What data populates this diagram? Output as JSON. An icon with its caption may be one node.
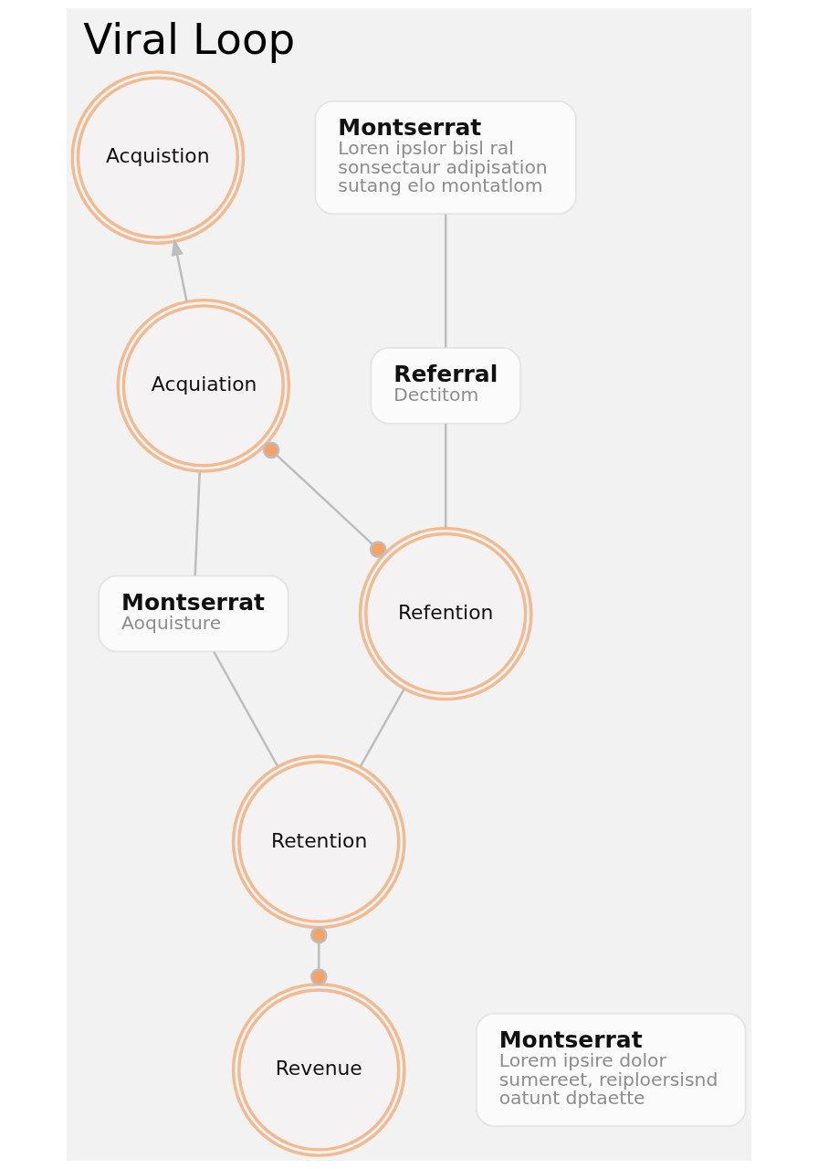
{
  "diagram": {
    "title": "Viral Loop",
    "nodes": [
      {
        "text": [
          "Acquistion"
        ]
      },
      {
        "text": [
          "Montserrat",
          "Loren ipslor bisl ral sonsectaur adipisation sutang elo montatlom"
        ]
      },
      {
        "text": [
          "Referral",
          "Dectitom"
        ]
      },
      {
        "text": [
          "Acquiation"
        ]
      },
      {
        "text": [
          "Montserrat",
          "Aoquisture"
        ]
      },
      {
        "text": [
          "Refention"
        ]
      },
      {
        "text": [
          "Retention"
        ]
      },
      {
        "text": [
          "Revenue"
        ]
      },
      {
        "text": [
          "Montserrat",
          "Lorem ipsire dolor sumereet, reiploersisnd oatunt dptaette"
        ]
      }
    ],
    "edges": [
      {
        "from": 3,
        "to": 0,
        "arrow": "to"
      },
      {
        "from": 1,
        "to": 2,
        "arrow": "none"
      },
      {
        "from": 3,
        "to": 4,
        "arrow": "none"
      },
      {
        "from": 3,
        "to": 5,
        "arrow": "other"
      },
      {
        "from": 2,
        "to": 5,
        "arrow": "none"
      },
      {
        "from": 4,
        "to": 6,
        "arrow": "none"
      },
      {
        "from": 5,
        "to": 6,
        "arrow": "none"
      },
      {
        "from": 6,
        "to": 7,
        "arrow": "other"
      }
    ]
  }
}
